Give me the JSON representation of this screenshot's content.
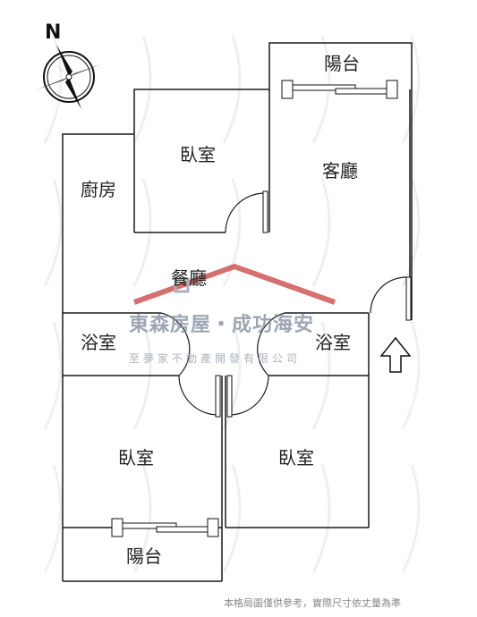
{
  "compass": {
    "north_label": "N"
  },
  "rooms": {
    "balcony_top": "陽台",
    "bedroom_top": "臥室",
    "living_room": "客廳",
    "kitchen": "廚房",
    "dining_room": "餐廳",
    "bathroom_left": "浴室",
    "bathroom_right": "浴室",
    "bedroom_bottom_left": "臥室",
    "bedroom_bottom_right": "臥室",
    "balcony_bottom": "陽台"
  },
  "watermark": {
    "brand": "東森房屋・成功海安",
    "company": "至夢家不動產開發有限公司"
  },
  "disclaimer": "本格局圖僅供參考，實際尺寸依丈量為準"
}
